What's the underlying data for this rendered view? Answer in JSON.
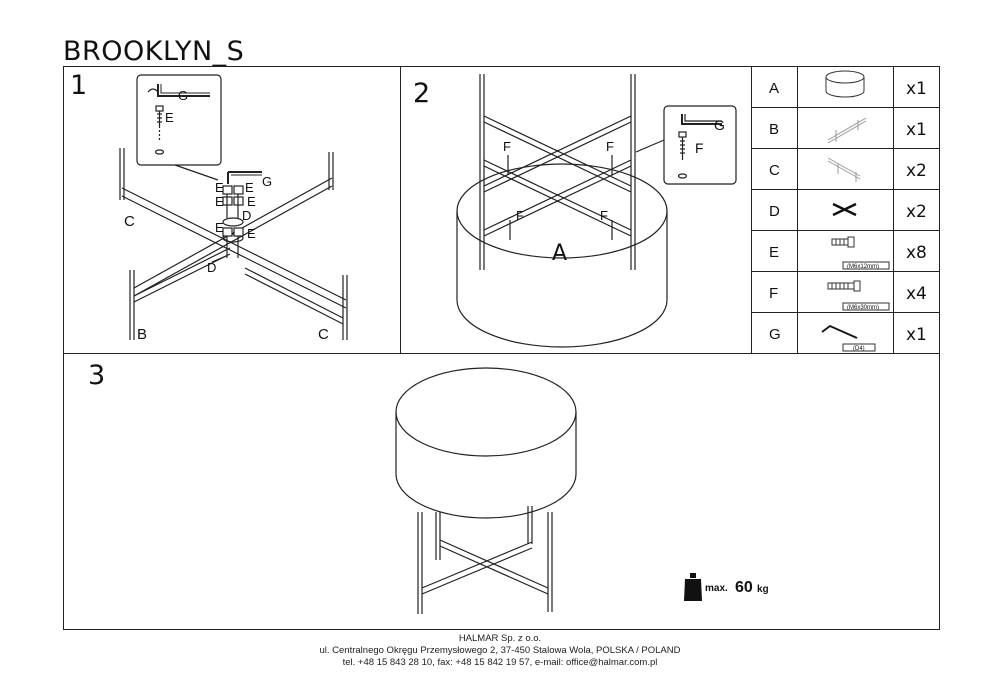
{
  "title": "BROOKLYN_S",
  "steps": {
    "step1": "1",
    "step2": "2",
    "step3": "3"
  },
  "step1_labels": {
    "g": "G",
    "e_detail": "E",
    "e1": "E",
    "e2": "E",
    "e3": "E",
    "e4": "E",
    "e5": "E",
    "e6": "E",
    "g2": "G",
    "c_left": "C",
    "d_top": "D",
    "d_bottom": "D",
    "b": "B",
    "c_right": "C"
  },
  "step2_labels": {
    "f1": "F",
    "f2": "F",
    "f3": "F",
    "f4": "F",
    "g": "G",
    "f_detail": "F",
    "a": "A"
  },
  "parts": [
    {
      "code": "A",
      "qty": "x1",
      "icon": "seat-cushion-icon"
    },
    {
      "code": "B",
      "qty": "x1",
      "icon": "frame-bar-icon"
    },
    {
      "code": "C",
      "qty": "x2",
      "icon": "frame-bar-icon"
    },
    {
      "code": "D",
      "qty": "x2",
      "icon": "cross-connector-icon"
    },
    {
      "code": "E",
      "qty": "x8",
      "icon": "bolt-icon",
      "spec": "(M6x12mm)"
    },
    {
      "code": "F",
      "qty": "x4",
      "icon": "bolt-icon",
      "spec": "(M6x30mm)"
    },
    {
      "code": "G",
      "qty": "x1",
      "icon": "allen-key-icon",
      "spec": "(D4)"
    }
  ],
  "max_load": {
    "prefix": "max.",
    "value": "60",
    "unit": "kg"
  },
  "footer": {
    "line1": "HALMAR Sp. z o.o.",
    "line2": "ul. Centralnego Okręgu Przemysłowego 2, 37-450 Stalowa Wola, POLSKA / POLAND",
    "line3": "tel. +48 15 843 28 10, fax: +48 15 842 19 57, e-mail: office@halmar.com.pl"
  }
}
